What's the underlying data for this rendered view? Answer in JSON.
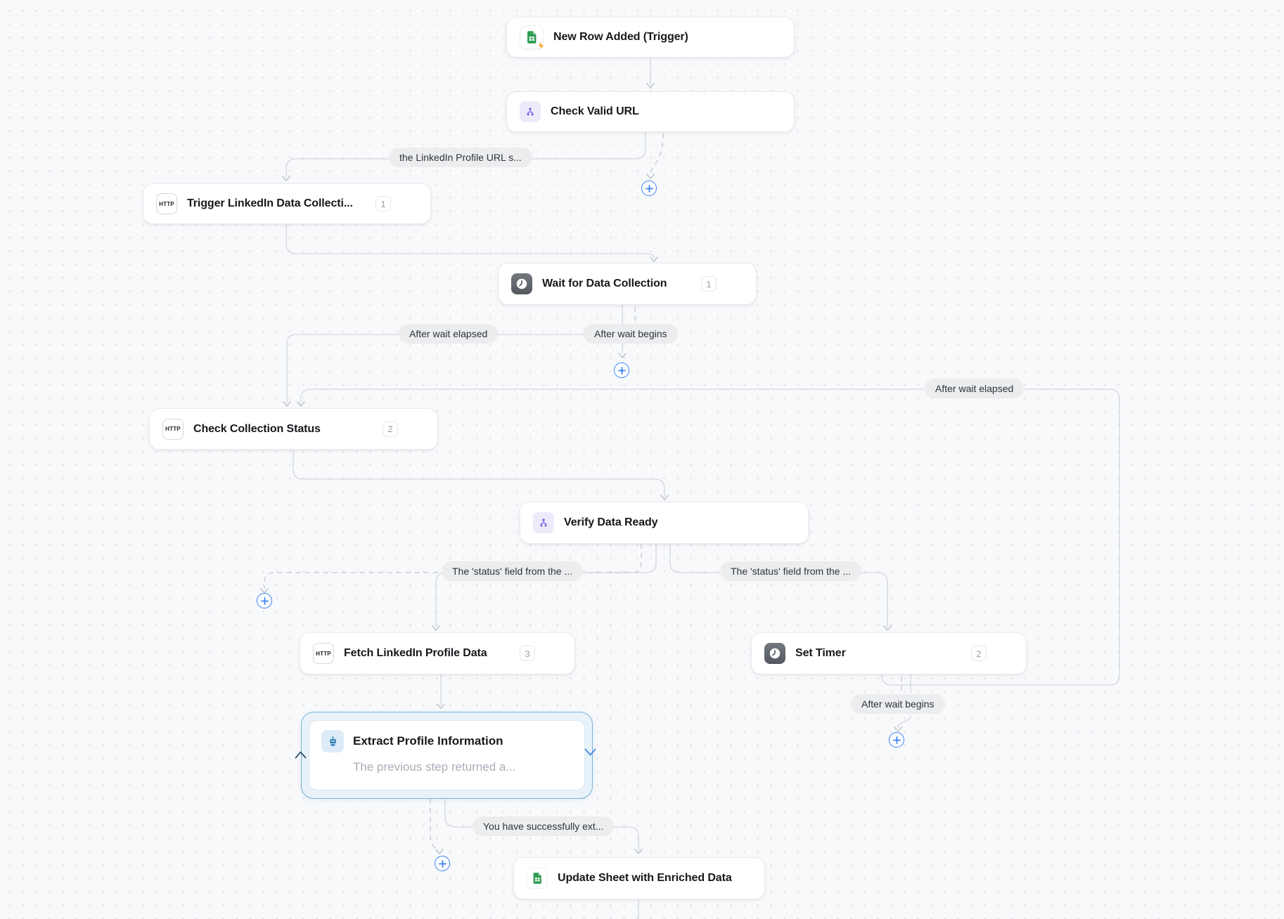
{
  "app": {
    "name": "Workflow Canvas",
    "view": "automation-flow-diagram"
  },
  "colors": {
    "canvas_bg": "#f8f9fb",
    "dot": "#d9dce1",
    "edge": "#d9dce2",
    "edge_dashed": "#ccd0d6",
    "arrow": "#c3c7ce",
    "node_bg": "#ffffff",
    "node_border": "#e9ebef",
    "title_text": "#16181c",
    "badge_text": "#9ba1ab",
    "pill_bg": "#ecedef",
    "pill_text": "#2e3338",
    "plus_accent": "#3b82f6",
    "branch_purple": "#6e56e8",
    "branch_bg": "#eceafb",
    "sheets_green": "#2f9e53",
    "bolt_orange": "#f6a723",
    "clock_bg": "#5d6169",
    "robot_blue": "#2d7cb5",
    "robot_bg": "#dcebf7",
    "selected_border": "#7cb2d7",
    "selected_bg": "#e8f2fa",
    "subtitle_text": "#a8aeb8"
  },
  "icons": {
    "http_label": "HTTP"
  },
  "nodes": [
    {
      "id": "new-row-added",
      "title": "New Row Added (Trigger)",
      "icon": "google-sheets-trigger-icon",
      "badge": ""
    },
    {
      "id": "check-valid-url",
      "title": "Check Valid URL",
      "icon": "branch-icon",
      "badge": ""
    },
    {
      "id": "trigger-linkedin",
      "title": "Trigger LinkedIn Data Collecti...",
      "icon": "http-icon",
      "badge": "1"
    },
    {
      "id": "wait-for-data",
      "title": "Wait for Data Collection",
      "icon": "clock-icon",
      "badge": "1"
    },
    {
      "id": "check-collection",
      "title": "Check Collection Status",
      "icon": "http-icon",
      "badge": "2"
    },
    {
      "id": "verify-data-ready",
      "title": "Verify Data Ready",
      "icon": "branch-icon",
      "badge": ""
    },
    {
      "id": "fetch-profile",
      "title": "Fetch LinkedIn Profile Data",
      "icon": "http-icon",
      "badge": "3"
    },
    {
      "id": "set-timer",
      "title": "Set Timer",
      "icon": "clock-icon",
      "badge": "2"
    },
    {
      "id": "extract-profile",
      "title": "Extract Profile Information",
      "icon": "robot-icon",
      "badge": "",
      "subtitle": "The previous step returned a...",
      "selected": true
    },
    {
      "id": "update-sheet",
      "title": "Update Sheet with Enriched Data",
      "icon": "google-sheets-icon",
      "badge": ""
    }
  ],
  "edge_labels": [
    {
      "id": "linkedin-url-condition",
      "text": "the LinkedIn Profile URL s..."
    },
    {
      "id": "after-wait-elapsed-left",
      "text": "After wait elapsed"
    },
    {
      "id": "after-wait-begins-mid",
      "text": "After wait begins"
    },
    {
      "id": "after-wait-elapsed-right",
      "text": "After wait elapsed"
    },
    {
      "id": "status-field-left",
      "text": "The 'status' field from the ..."
    },
    {
      "id": "status-field-right",
      "text": "The 'status' field from the ..."
    },
    {
      "id": "after-wait-begins-bottom",
      "text": "After wait begins"
    },
    {
      "id": "success-extract",
      "text": "You have successfully ext..."
    }
  ]
}
